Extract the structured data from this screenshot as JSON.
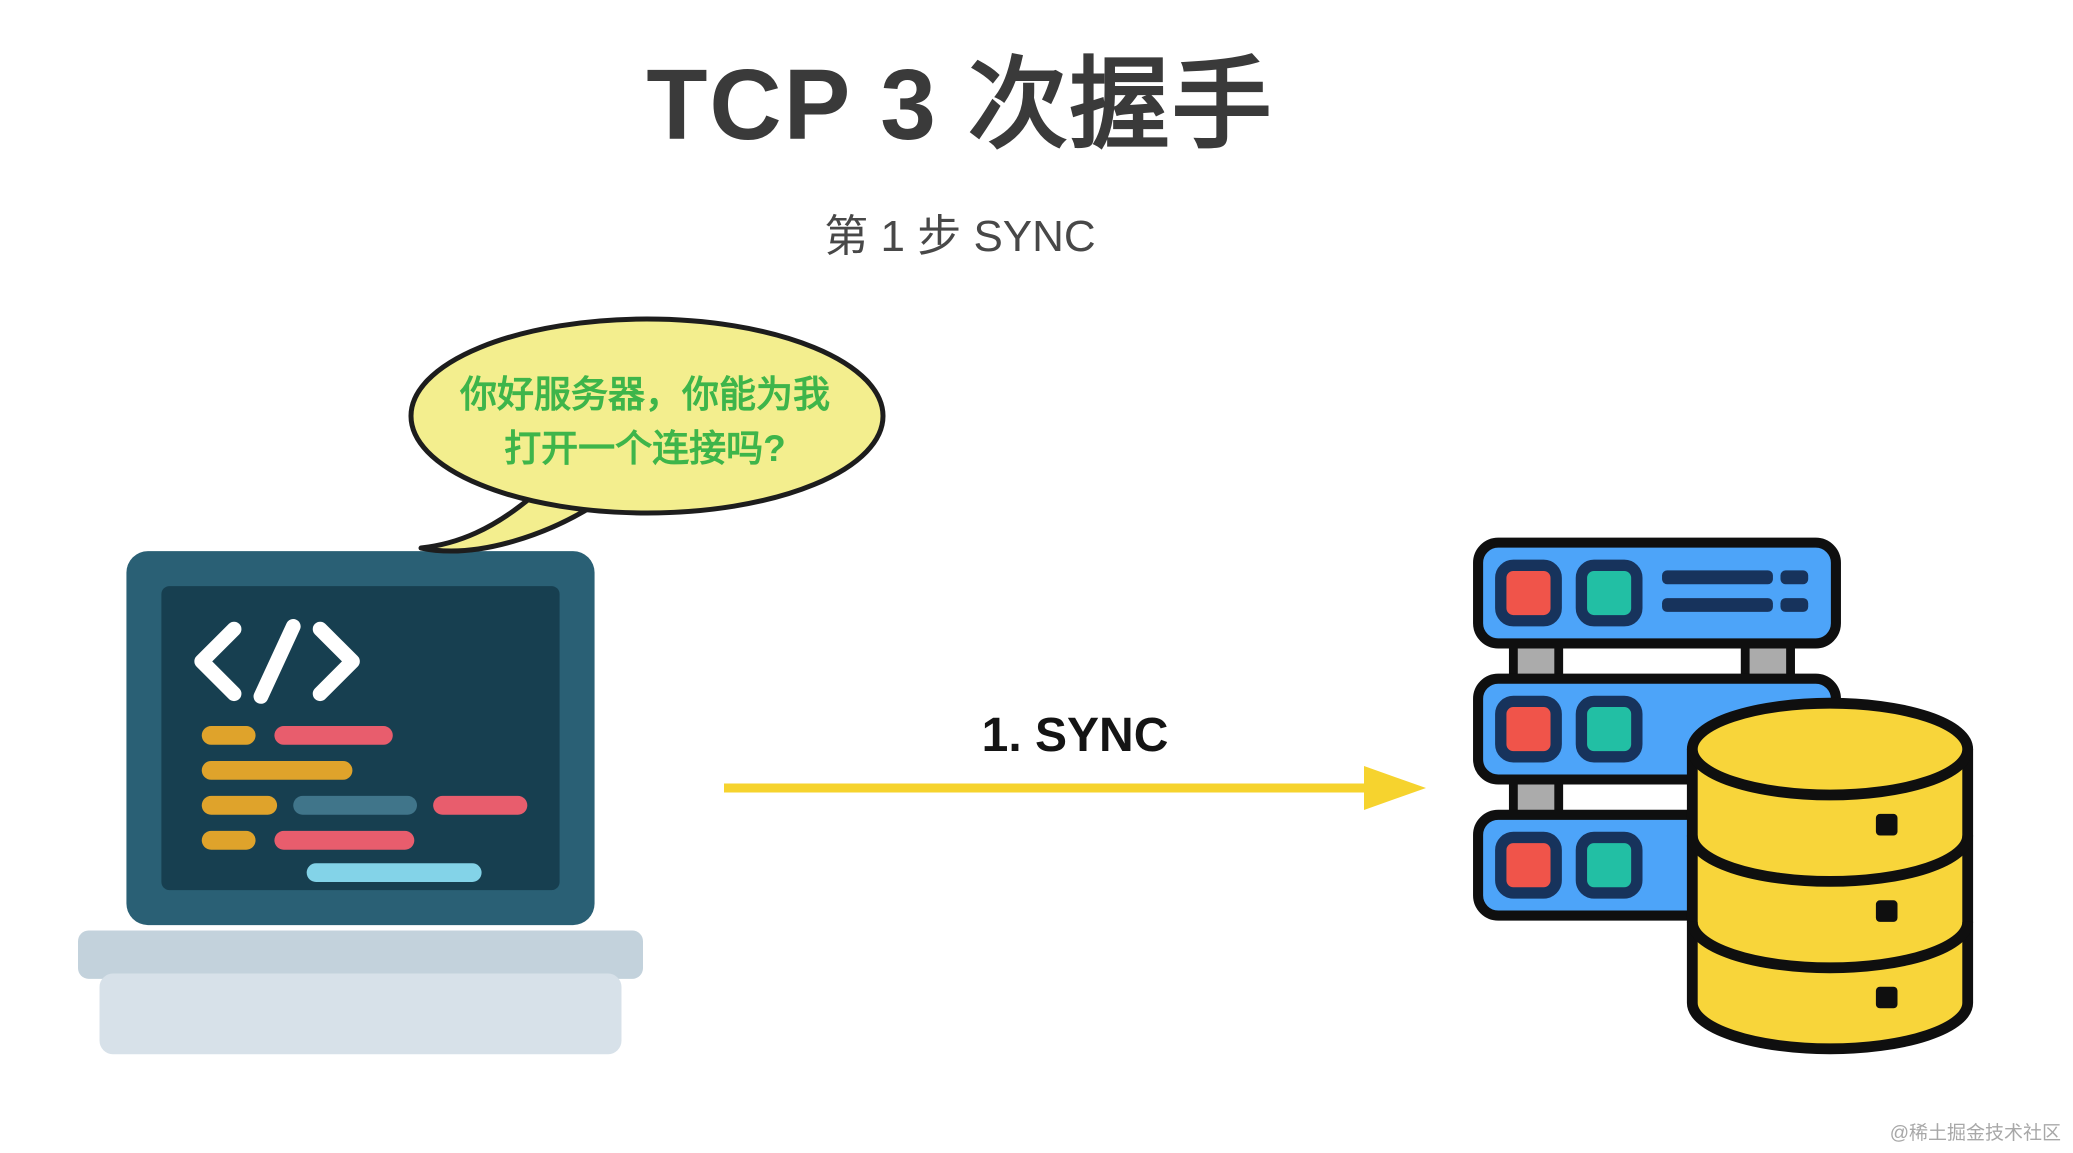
{
  "title": "TCP 3 次握手",
  "subtitle": "第 1 步 SYNC",
  "speech_bubble": {
    "line1": "你好服务器，你能为我",
    "line2": "打开一个连接吗?"
  },
  "arrow": {
    "label": "1. SYNC"
  },
  "watermark": "@稀土掘金技术社区",
  "icons": {
    "client": "laptop-code-icon",
    "server": "server-rack-icon",
    "database": "database-icon",
    "bubble": "speech-bubble"
  },
  "colors": {
    "title_text": "#3a3a3a",
    "bubble_fill": "#f3ee8e",
    "bubble_text_green": "#3eb54a",
    "arrow_yellow": "#f6d32e",
    "server_blue": "#4da4f9",
    "database_yellow": "#f8d53a",
    "laptop_screen_teal": "#2a6075",
    "indicator_red": "#f0544a",
    "indicator_teal": "#22bfa4"
  }
}
